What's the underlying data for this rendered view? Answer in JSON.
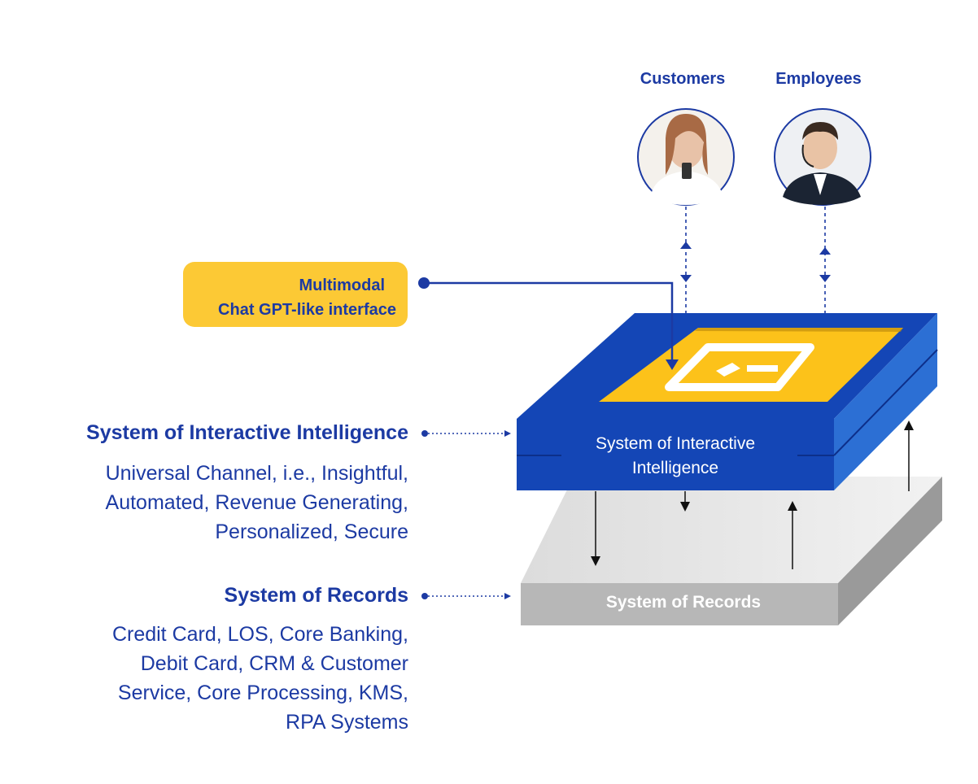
{
  "personas": {
    "customers": "Customers",
    "employees": "Employees"
  },
  "callout": {
    "line1": "Multimodal",
    "line2": "Chat GPT-like interface"
  },
  "interactive": {
    "heading": "System of  Interactive Intelligence",
    "description": "Universal Channel, i.e., Insightful,\nAutomated, Revenue Generating,\nPersonalized, Secure",
    "box_line1": "System of Interactive",
    "box_line2": "Intelligence"
  },
  "records": {
    "heading": "System of Records",
    "description": "Credit Card, LOS, Core Banking,\nDebit Card, CRM & Customer\nService, Core Processing, KMS,\nRPA Systems",
    "box_label": "System of Records"
  },
  "colors": {
    "brand_blue": "#1c3aa3",
    "box_blue": "#1448b8",
    "yellow": "#fcc935",
    "gray": "#b9b9b9"
  }
}
